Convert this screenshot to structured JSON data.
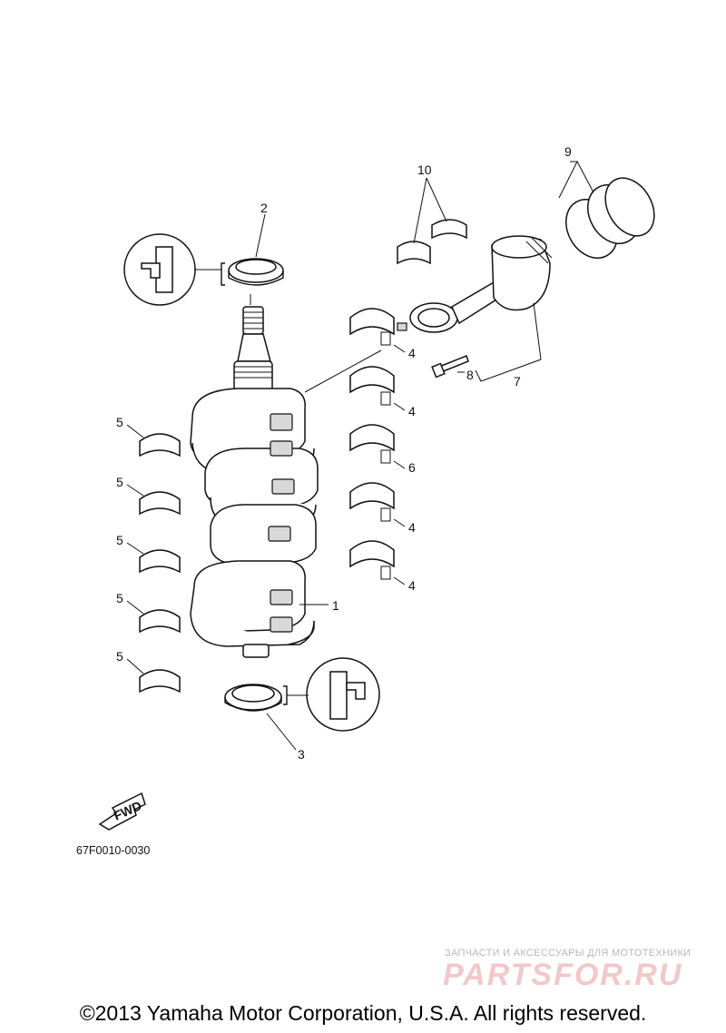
{
  "diagram": {
    "callouts": [
      "1",
      "2",
      "3",
      "4",
      "4",
      "6",
      "4",
      "4",
      "5",
      "5",
      "5",
      "5",
      "5",
      "7",
      "8",
      "9",
      "10"
    ],
    "part_code": "67F0010-0030",
    "fwd_label": "FWD"
  },
  "watermark": {
    "tagline": "ЗАПЧАСТИ И АКСЕССУАРЫ ДЛЯ МОТОТЕХНИКИ",
    "logo": "PARTSFOR.RU",
    "color": "#f1c9c9"
  },
  "footer": {
    "copyright": "©2013 Yamaha Motor Corporation, U.S.A. All rights reserved."
  }
}
